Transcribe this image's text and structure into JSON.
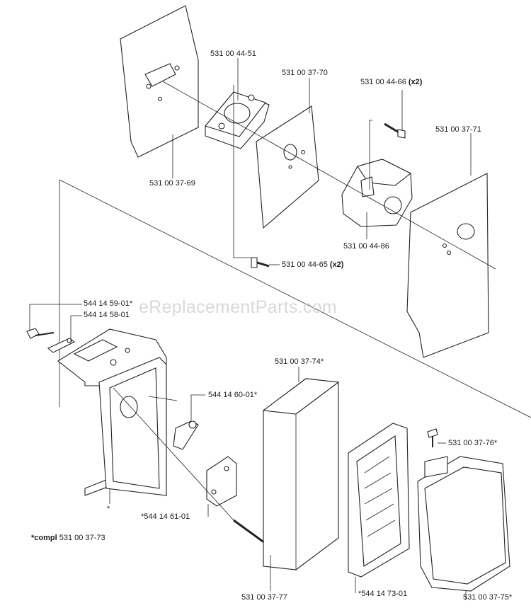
{
  "watermark": "eReplacementParts.com",
  "labels": {
    "p1": "531 00 44-51",
    "p2": "531 00 37-70",
    "p3_num": "531 00 44-66",
    "p3_qty": "(x2)",
    "p4": "531 00 37-71",
    "p5": "531 00 37-69",
    "p6": "531 00 44-86",
    "p7_num": "531 00 44-65",
    "p7_qty": "(x2)",
    "p8": "544 14 59-01*",
    "p9": "544 14 58-01",
    "p10": "531 00 37-74*",
    "p11": "544 14 60-01*",
    "p12": "531 00 37-76*",
    "p13": "*544 14 61-01",
    "p14": "*544 14 73-01",
    "p15_bold": "*compl",
    "p15_num": "531 00 37-73",
    "p16": "531 00 37-77",
    "p17": "531 00 37-75*",
    "star": "*"
  }
}
